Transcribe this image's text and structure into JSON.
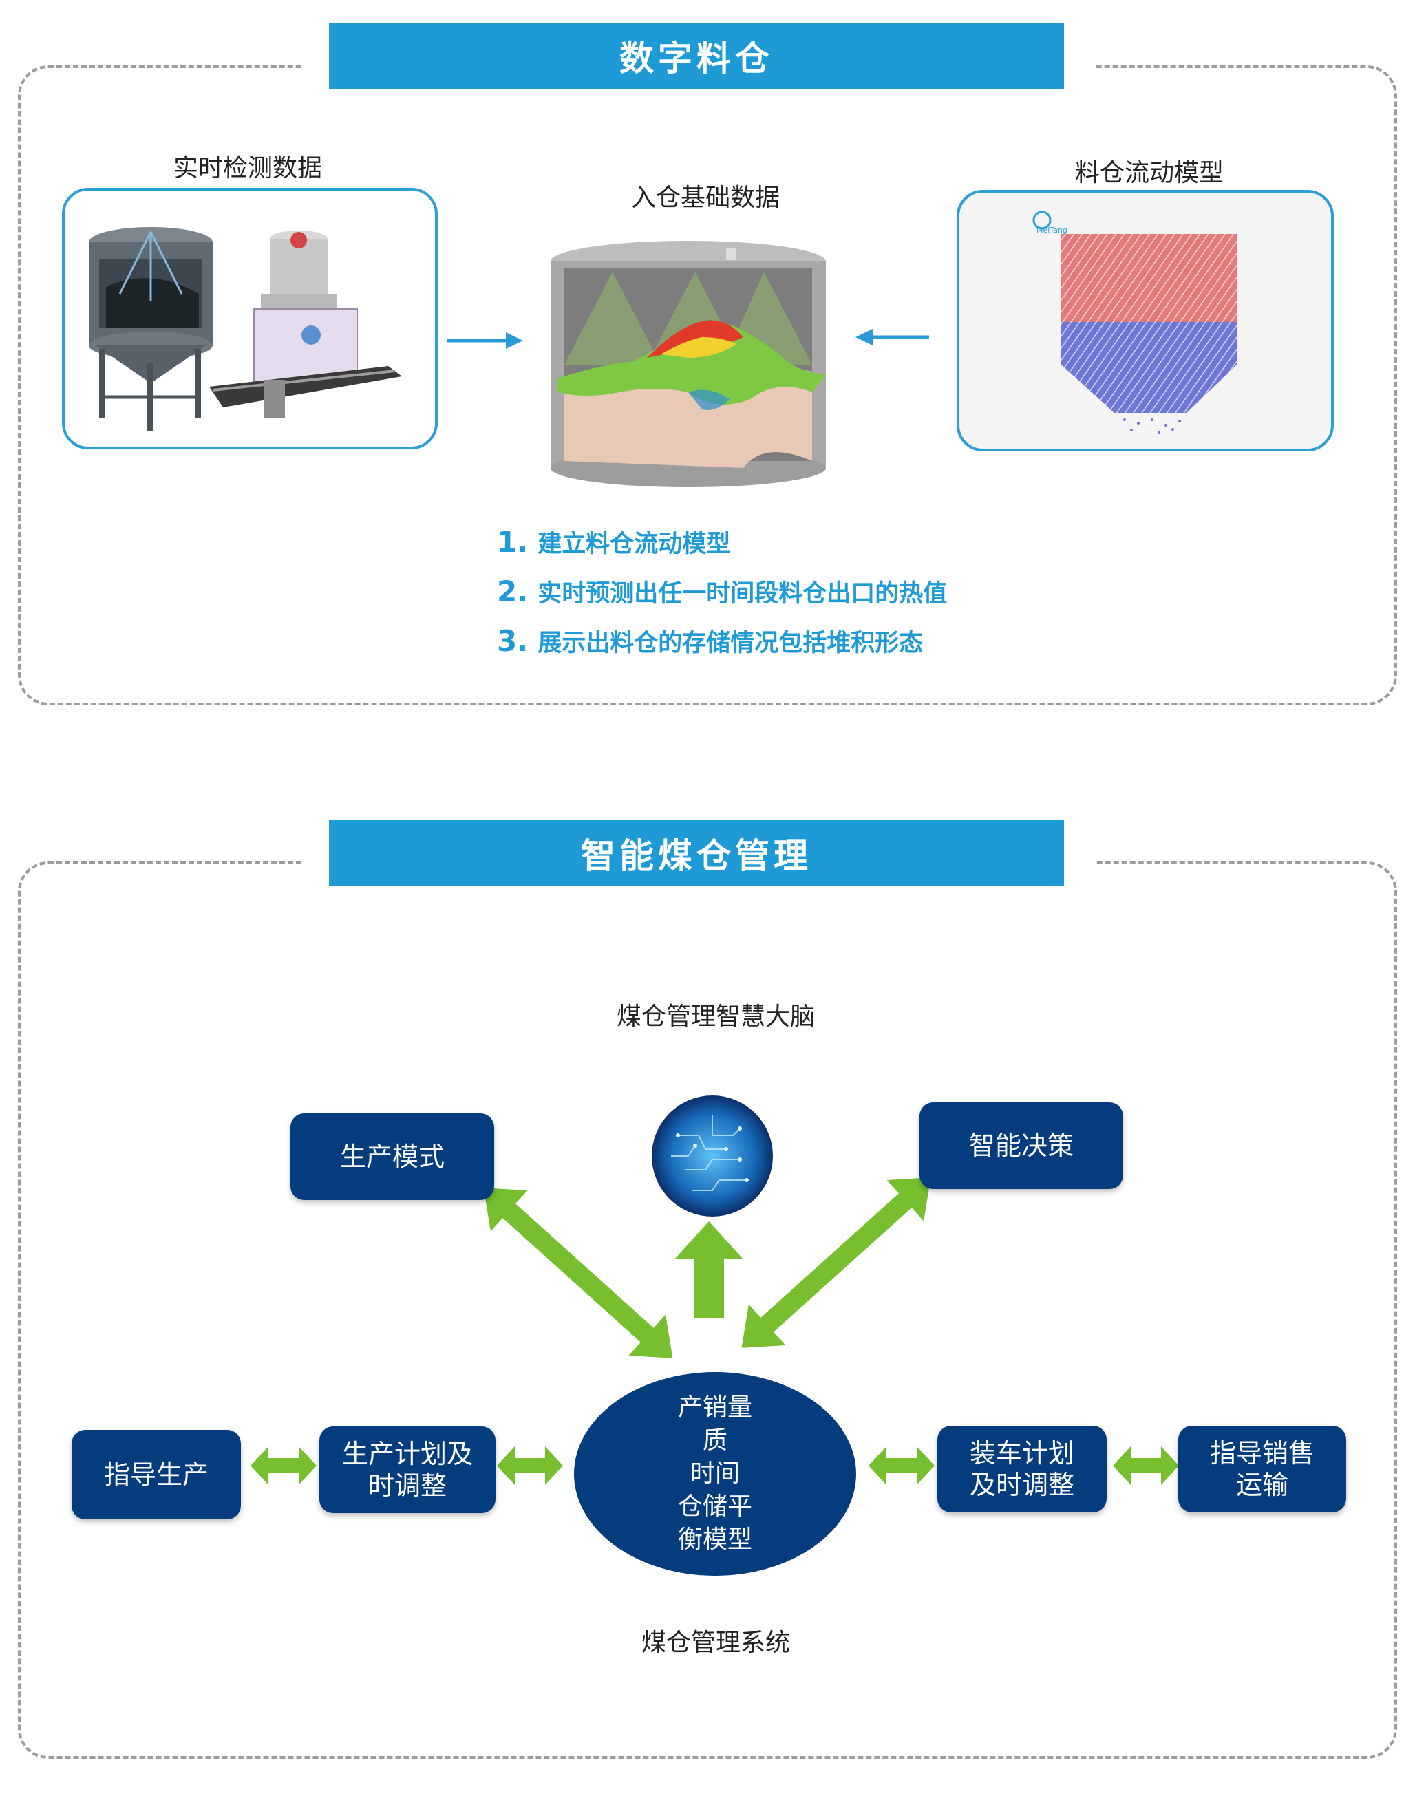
{
  "section1": {
    "title": "数字料仓",
    "left_caption": "实时检测数据",
    "center_caption": "入仓基础数据",
    "right_caption": "料仓流动模型",
    "logo_text": "MeiTang",
    "list": [
      {
        "num": "1.",
        "text": "建立料仓流动模型"
      },
      {
        "num": "2.",
        "text": "实时预测出任一时间段料仓出口的热值"
      },
      {
        "num": "3.",
        "text": "展示出料仓的存储情况包括堆积形态"
      }
    ]
  },
  "section2": {
    "title": "智能煤仓管理",
    "top_caption": "煤仓管理智慧大脑",
    "bottom_caption": "煤仓管理系统",
    "nodes": {
      "production_mode": "生产模式",
      "smart_decision": "智能决策",
      "guide_production": "指导生产",
      "production_plan": "生产计划及\n时调整",
      "loading_plan": "装车计划\n及时调整",
      "guide_sales": "指导销售\n运输",
      "hub": "产销量\n质\n时间\n仓储平\n衡模型"
    }
  },
  "colors": {
    "banner": "#1e9bd7",
    "panel_border": "#2a9fd8",
    "node_fill": "#053c7d",
    "arrow_green": "#77bf2e",
    "arrow_blue": "#2b9ad6"
  }
}
